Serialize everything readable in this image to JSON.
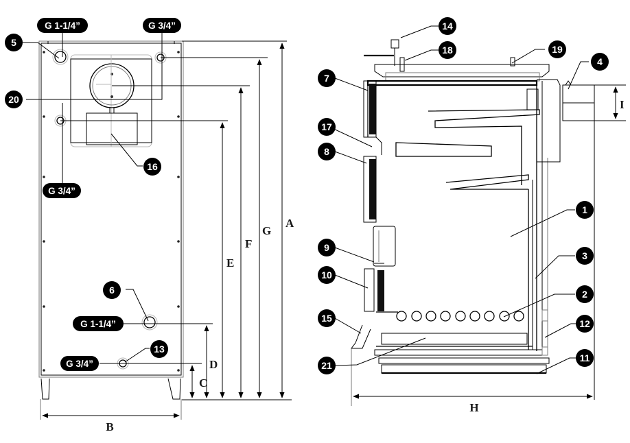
{
  "diagram": {
    "title": "",
    "views": [
      "rear-view",
      "side-section-view"
    ]
  },
  "callouts": {
    "c1": "1",
    "c2": "2",
    "c3": "3",
    "c4": "4",
    "c5": "5",
    "c6": "6",
    "c7": "7",
    "c8": "8",
    "c9": "9",
    "c10": "10",
    "c11": "11",
    "c12": "12",
    "c13": "13",
    "c14": "14",
    "c15": "15",
    "c16": "16",
    "c17": "17",
    "c18": "18",
    "c19": "19",
    "c20": "20",
    "c21": "21"
  },
  "connections": {
    "top_left": "G 1-1/4”",
    "top_right": "G 3/4”",
    "mid_left": "G 3/4”",
    "bottom_return": "G 1-1/4”",
    "bottom_drain": "G 3/4”"
  },
  "dimensions": {
    "A": "A",
    "B": "B",
    "C": "C",
    "D": "D",
    "E": "E",
    "F": "F",
    "G": "G",
    "H": "H",
    "I": "I"
  },
  "colors": {
    "line": "#000000",
    "badge_fill": "#000000",
    "badge_text": "#ffffff",
    "dim_text": "#1a1a1a"
  }
}
